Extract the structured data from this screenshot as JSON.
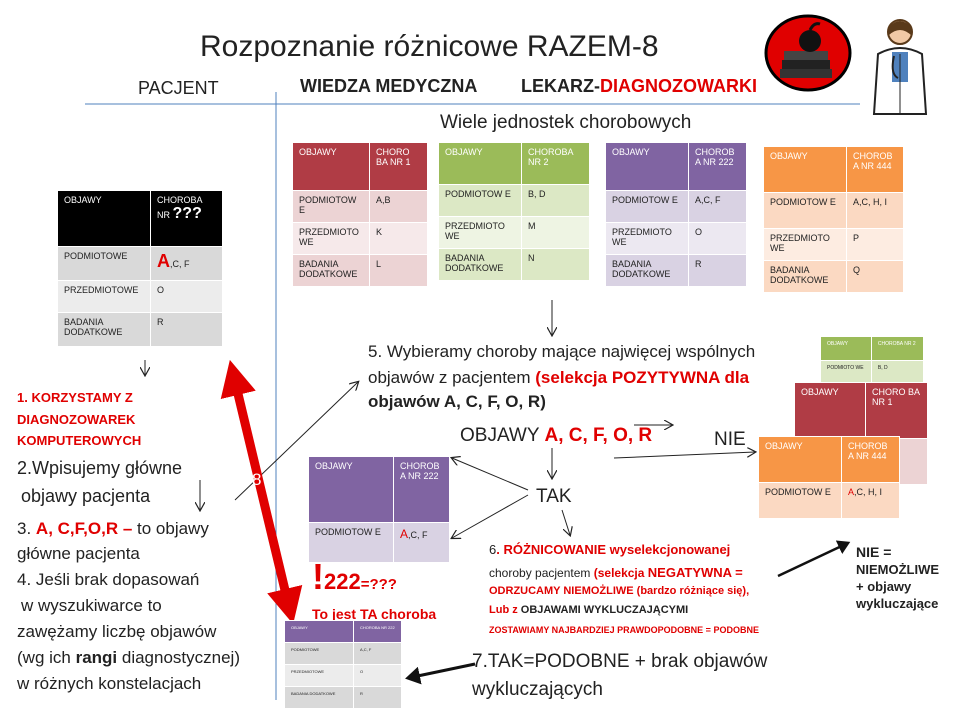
{
  "title": "Rozpoznanie różnicowe RAZEM-8",
  "header": {
    "patient": "PACJENT",
    "knowledge": "WIEDZA MEDYCZNA",
    "doctor": "LEKARZ-",
    "diagnozowarki": "DIAGNOZOWARKI"
  },
  "many_units": "Wiele jednostek chorobowych",
  "patient_table": {
    "col1": "OBJAWY",
    "col2a": "CHOROBA",
    "col2b": "NR",
    "col2q": "???",
    "row1_label": "PODMIOTOWE",
    "row1_a": "A",
    "row1_rest": ",C, F",
    "row2_label": "PRZEDMIOTOWE",
    "row2_val": "O",
    "row3_label": "BADANIA DODATKOWE",
    "row3_val": "R"
  },
  "disease_tables": [
    {
      "col1": "OBJAWY",
      "col2": "CHORO BA NR 1",
      "r1l": "PODMIOTOW E",
      "r1v": "A,B",
      "r2l": "PRZEDMIOTO WE",
      "r2v": "K",
      "r3l": "BADANIA DODATKOWE",
      "r3v": "L"
    },
    {
      "col1": "OBJAWY",
      "col2": "CHOROBA NR 2",
      "r1l": "PODMIOTOW E",
      "r1v": "B, D",
      "r2l": "PRZEDMIOTO WE",
      "r2v": "M",
      "r3l": "BADANIA DODATKOWE",
      "r3v": "N"
    },
    {
      "col1": "OBJAWY",
      "col2": "CHOROB A NR 222",
      "r1l": "PODMIOTOW E",
      "r1v": "A,C, F",
      "r2l": "PRZEDMIOTO WE",
      "r2v": "O",
      "r3l": "BADANIA DODATKOWE",
      "r3v": "R"
    },
    {
      "col1": "OBJAWY",
      "col2": "CHOROB A NR 444",
      "r1l": "PODMIOTOW E",
      "r1v": "A,C, H, I",
      "r2l": "PRZEDMIOTO WE",
      "r2v": "P",
      "r3l": "BADANIA DODATKOWE",
      "r3v": "Q"
    }
  ],
  "left_steps": {
    "s1_a": "1.   KORZYSTAMY Z",
    "s1_b": "DIAGNOZOWAREK",
    "s1_c": "KOMPUTEROWYCH",
    "s2_a": "2.Wpisujemy główne",
    "s2_b": "objawy pacjenta",
    "s3_num": "3.",
    "s3_red": "A, C,F,O,R –",
    "s3_rest": "to objawy",
    "s3_b": "główne pacjenta",
    "s4_a": "4. Jeśli brak dopasowań",
    "s4_b": "w wyszukiwarce to",
    "s4_c": "zawężamy liczbę objawów",
    "s4_d1": "(wg ich ",
    "s4_d2": "rangi",
    "s4_d3": " diagnostycznej)",
    "s4_e": "w różnych konstelacjach"
  },
  "arrow_label": "8",
  "step5": {
    "a": "5. Wybieramy choroby mające najwięcej wspólnych",
    "b1": "objawów z pacjentem ",
    "b2": "(selekcja POZYTYWNA dla",
    "c": "objawów A, C, F, O, R)"
  },
  "objawy_line": {
    "label": "OBJAWY ",
    "letters": "A, C, F, O, R"
  },
  "nie": "NIE",
  "tak": "TAK",
  "mini_table2": {
    "col1": "OBJAWY",
    "col2": "CHOROBA NR 2",
    "r1l": "PODMIOTO WE",
    "r1v": "B, D"
  },
  "overlap_nr1": {
    "col1": "OBJAWY",
    "col2": "CHORO BA NR 1"
  },
  "overlap_nr444": {
    "col1": "OBJAWY",
    "col2": "CHOROB A NR 444",
    "r1l": "PODMIOTOW E",
    "r1v_a": "A",
    "r1v_rest": ",C, H, I"
  },
  "result_table": {
    "col1": "OBJAWY",
    "col2": "CHOROB A NR 222",
    "r1l": "PODMIOTOW E",
    "r1v_a": "A",
    "r1v_rest": ",C, F"
  },
  "found": {
    "excl": "!",
    "num": "222",
    "rest": "=???",
    "caption": "To jest TA choroba"
  },
  "step6": {
    "num": "6",
    "dot": ". ",
    "red1": "RÓŻNICOWANIE wyselekcjonowanej",
    "l2a": "choroby pacjentem ",
    "l2b": "(selekcja ",
    "l2c": "NEGATYWNA =",
    "l3": "ODRZUCAMY NIEMOŻLIWE (bardzo różniące się),",
    "l4a": "Lub  z ",
    "l4b": "OBJAWAMI WYKLUCZAJĄCYMI",
    "l5": "ZOSTAWIAMY  NAJBARDZIEJ PRAWDOPODOBNE = PODOBNE"
  },
  "nie_box": {
    "a": "NIE =",
    "b": "NIEMOŻLIWE",
    "c": "+ objawy",
    "d": "wykluczające"
  },
  "step7": {
    "a": "7.TAK=PODOBNE + brak objawów",
    "b": "wykluczających"
  },
  "small_table": {
    "col1": "OBJAWY",
    "col2": "CHOROBA NR 222",
    "r1l": "PODMIOTOWE",
    "r1v": "A,C, F",
    "r2l": "PRZEDMIOTOWE",
    "r2v": "O",
    "r3l": "BADANIA DODATKOWE",
    "r3v": "R"
  },
  "colors": {
    "red": "#e00000",
    "burgundy": "#b03c45",
    "olive": "#9bbb59",
    "purple": "#8064a2",
    "orange": "#f79646",
    "blue_line": "#4f81bd"
  }
}
